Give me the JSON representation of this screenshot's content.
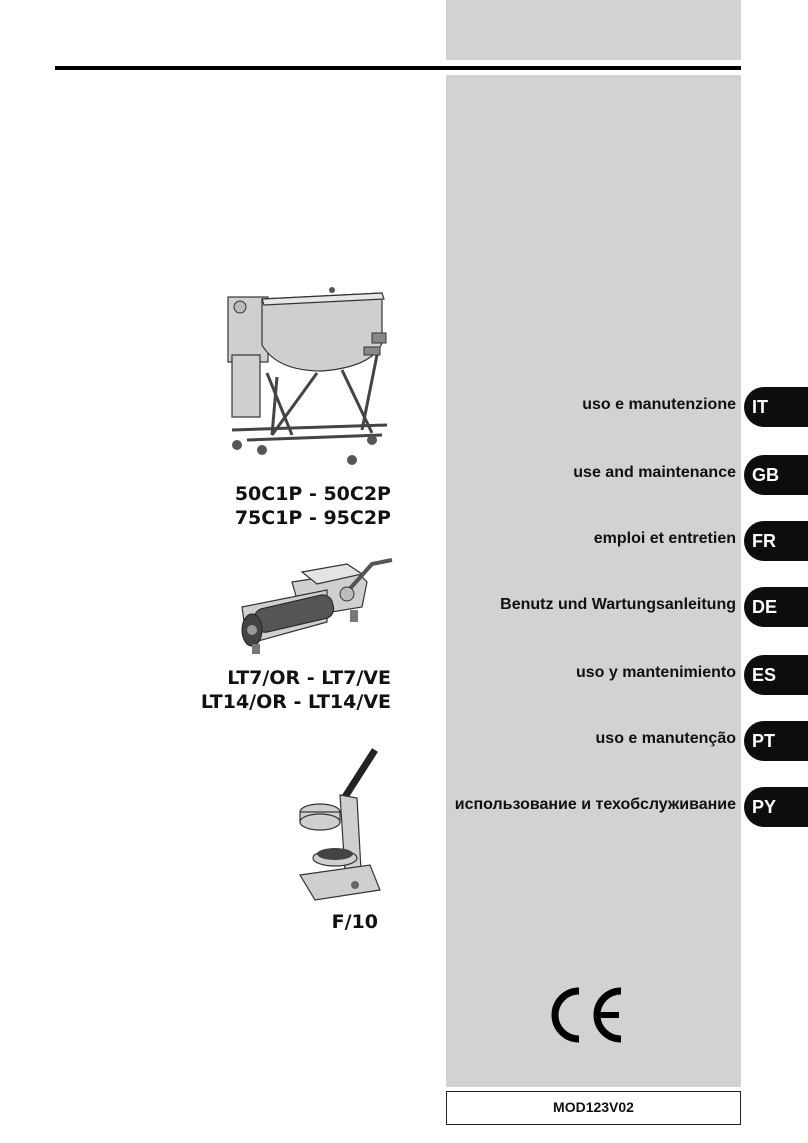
{
  "models": {
    "mixer_line1": "50C1P - 50C2P",
    "mixer_line2": "75C1P - 95C2P",
    "stuffer_line1": "LT7/OR - LT7/VE",
    "stuffer_line2": "LT14/OR - LT14/VE",
    "press": "F/10"
  },
  "languages": [
    {
      "label": "uso e manutenzione",
      "code": "IT"
    },
    {
      "label": "use and maintenance",
      "code": "GB"
    },
    {
      "label": "emploi et entretien",
      "code": "FR"
    },
    {
      "label": "Benutz und Wartungsanleitung",
      "code": "DE"
    },
    {
      "label": "uso y mantenimiento",
      "code": "ES"
    },
    {
      "label": "uso e manutenção",
      "code": "PT"
    },
    {
      "label": "использование и техобслуживание",
      "code": "PY"
    }
  ],
  "mark": "CE",
  "footer": {
    "code": "MOD123V02"
  },
  "colors": {
    "panel_gray": "#d2d2d2",
    "tab_black": "#0d0d0d"
  }
}
